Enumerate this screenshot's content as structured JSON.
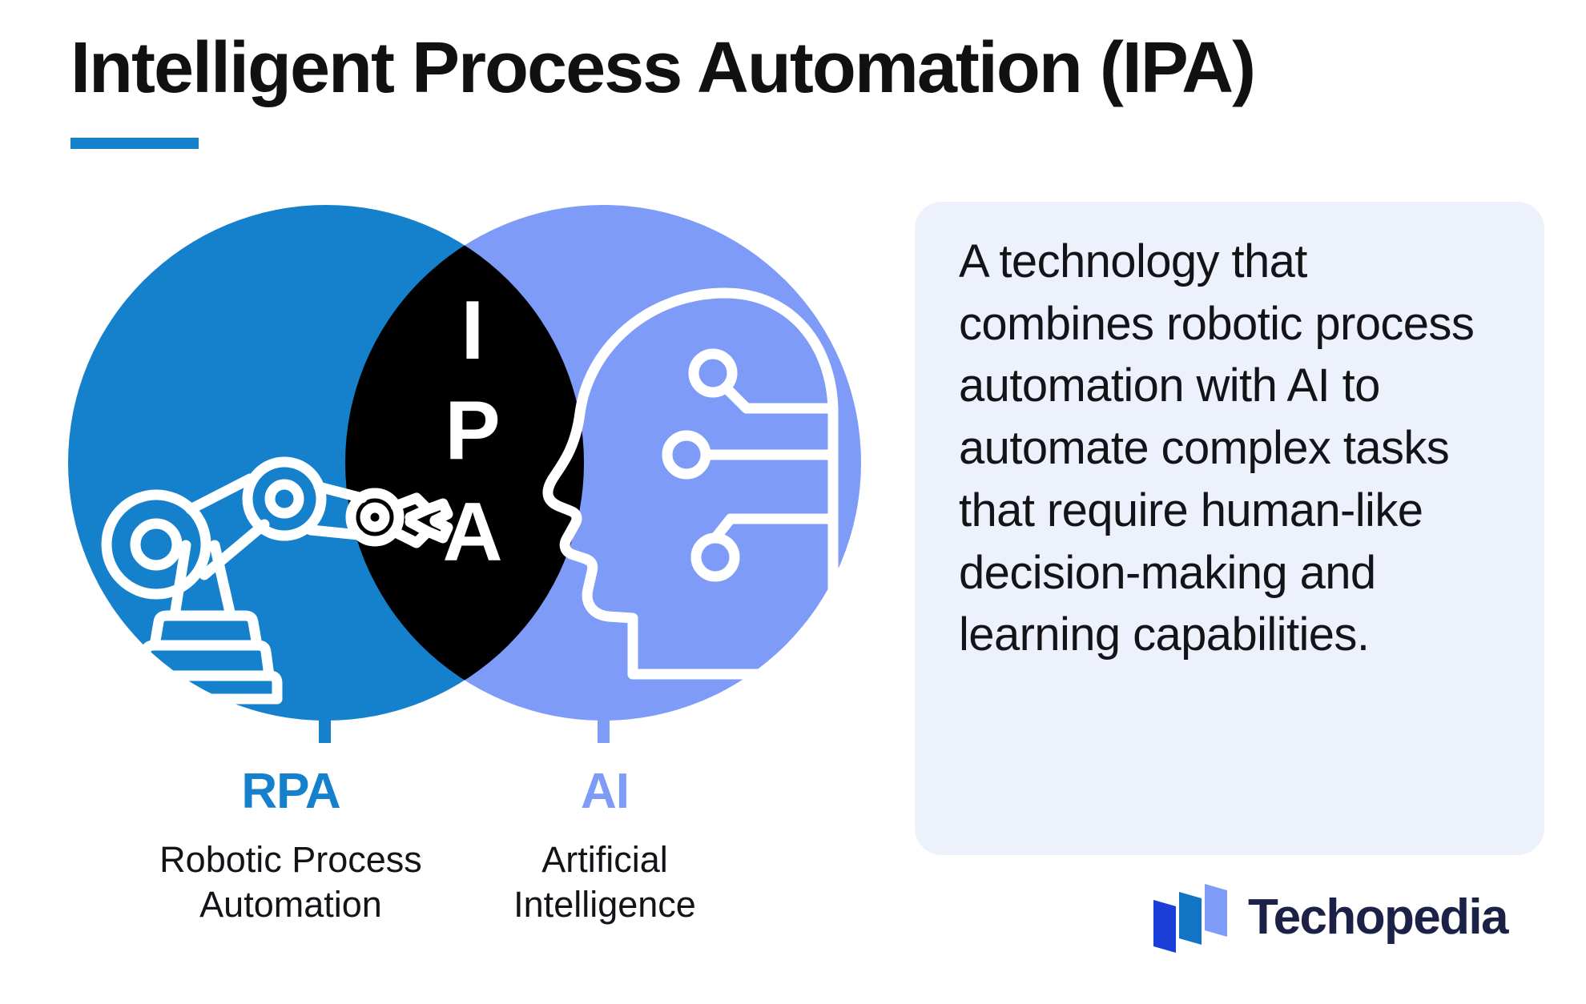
{
  "header": {
    "title": "Intelligent Process Automation (IPA)",
    "accent_color": "#1580CC"
  },
  "diagram": {
    "type": "venn",
    "intersection_label": "IPA",
    "intersection_letters": [
      "I",
      "P",
      "A"
    ],
    "intersection_color": "#000000",
    "left_circle": {
      "abbr": "RPA",
      "name": "Robotic Process",
      "name_line2": "Automation",
      "color": "#1580CC",
      "icon": "robot-arm-icon"
    },
    "right_circle": {
      "abbr": "AI",
      "name": "Artificial",
      "name_line2": "Intelligence",
      "color": "#7E9BF8",
      "icon": "ai-head-circuit-icon"
    }
  },
  "description": {
    "text": "A technology that combines robotic process automation with AI to automate complex tasks that require human-like decision-making and learning capabilities.",
    "background_color": "#EDF1FC"
  },
  "branding": {
    "name": "Techopedia",
    "text_color": "#1C2247",
    "mark_colors": [
      "#1B3FD6",
      "#1274C4",
      "#7E9BF8"
    ]
  }
}
